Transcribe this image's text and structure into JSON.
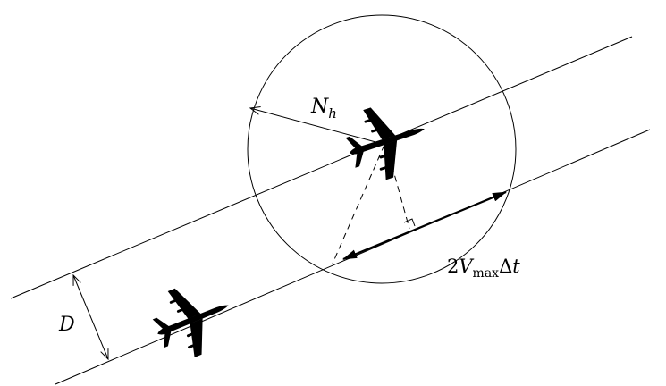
{
  "labels": {
    "radius": {
      "main": "N",
      "sub": "h"
    },
    "separation": "D",
    "distance": {
      "coef": "2",
      "main": "V",
      "sub": "max",
      "delta": "Δ",
      "var": "t"
    }
  },
  "colors": {
    "stroke": "#000000",
    "fill": "#000000",
    "background": "#ffffff"
  },
  "icons": [
    "airplane-icon",
    "airplane-icon"
  ]
}
